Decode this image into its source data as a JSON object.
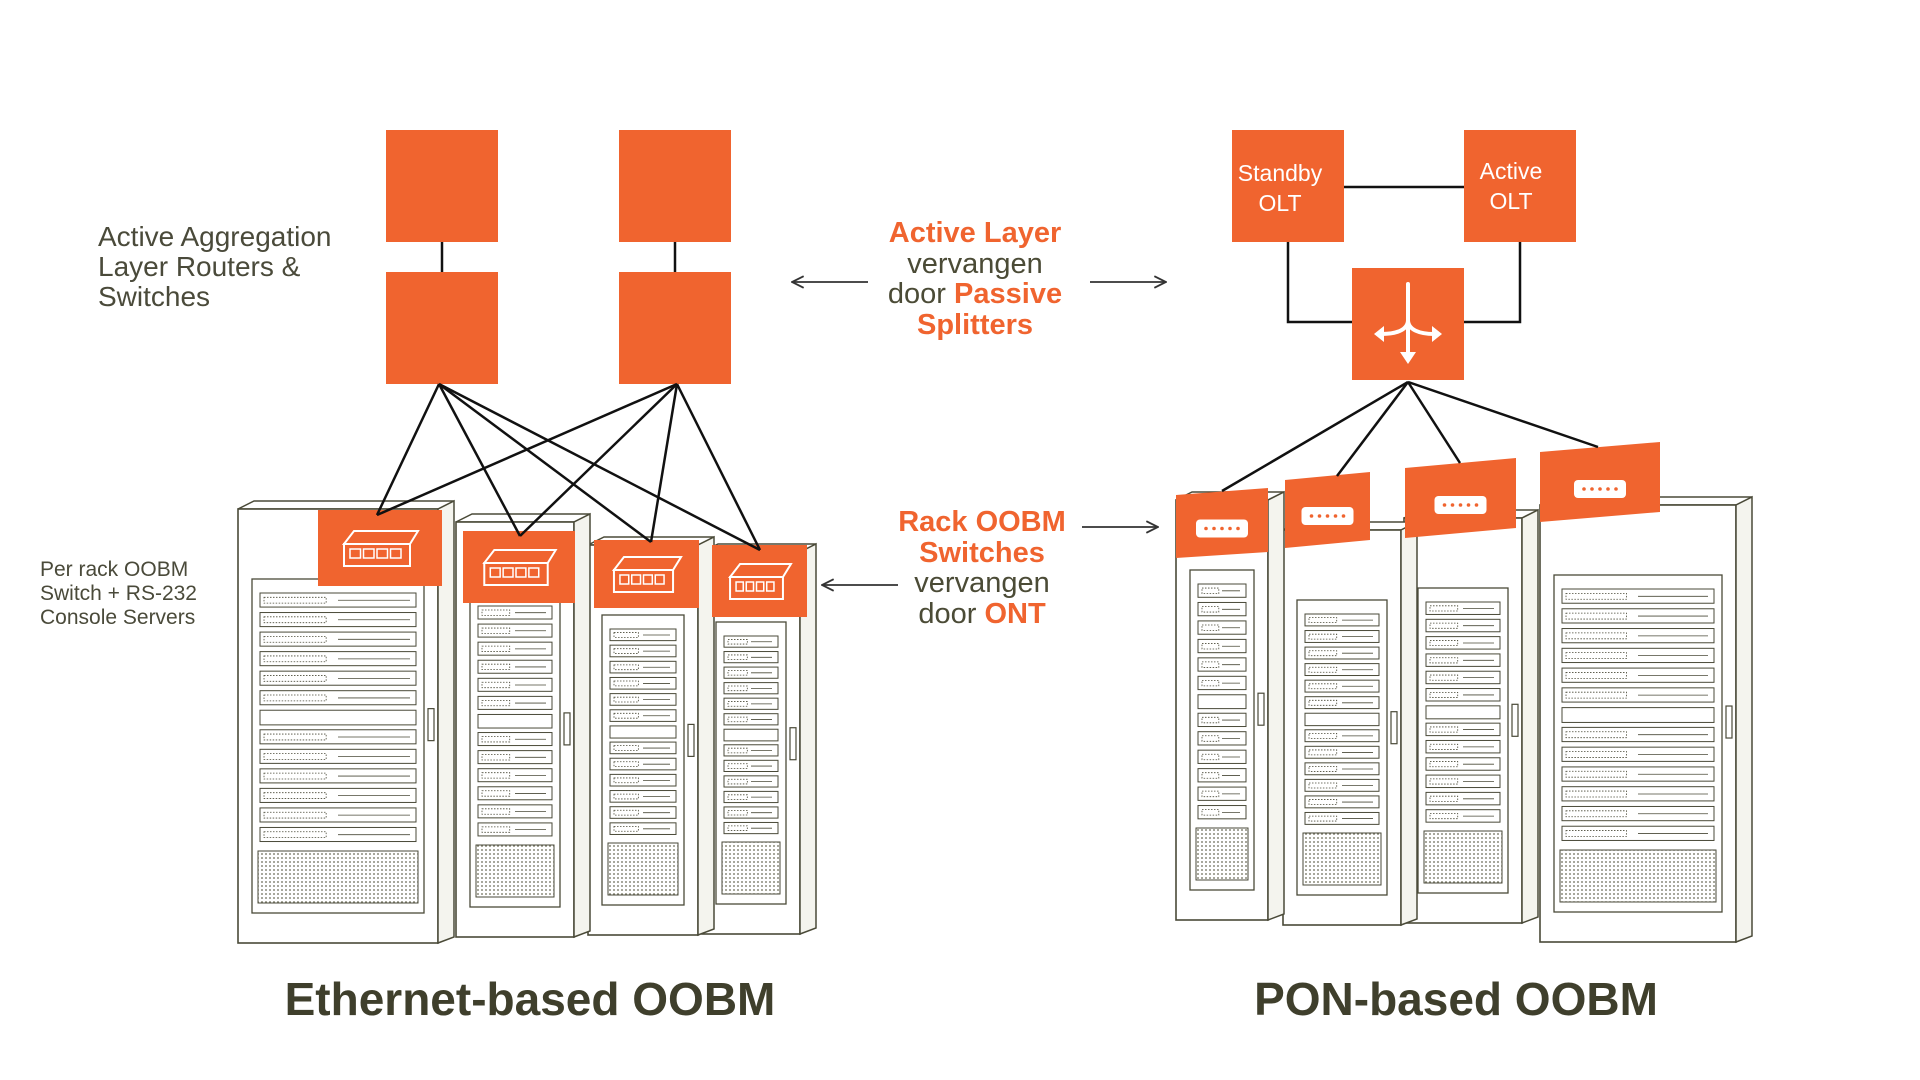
{
  "colors": {
    "accent": "#f0642f",
    "line": "#111111",
    "rack_stroke": "#4a4a38",
    "text_dark": "#4b4b36"
  },
  "left": {
    "title": "Ethernet-based OOBM",
    "aggregation_label": [
      "Active Aggregation",
      "Layer Routers &",
      "Switches"
    ],
    "rack_label": [
      "Per rack OOBM",
      "Switch + RS-232",
      "Console Servers"
    ],
    "switch_icon": "network-switch-icon"
  },
  "right": {
    "title": "PON-based OOBM",
    "standby_olt": [
      "Standby",
      "OLT"
    ],
    "active_olt": [
      "Active",
      "OLT"
    ],
    "splitter_icon": "splitter-icon",
    "ont_icon": "ont-device-icon"
  },
  "middle": {
    "note1": {
      "line1": "Active Layer",
      "line2": "vervangen",
      "line3_plain": "door ",
      "line3_accent": "Passive",
      "line4": "Splitters"
    },
    "note2": {
      "line1": "Rack OOBM",
      "line2": "Switches",
      "line3": "vervangen",
      "line4_plain": "door ",
      "line4_accent": "ONT"
    }
  }
}
